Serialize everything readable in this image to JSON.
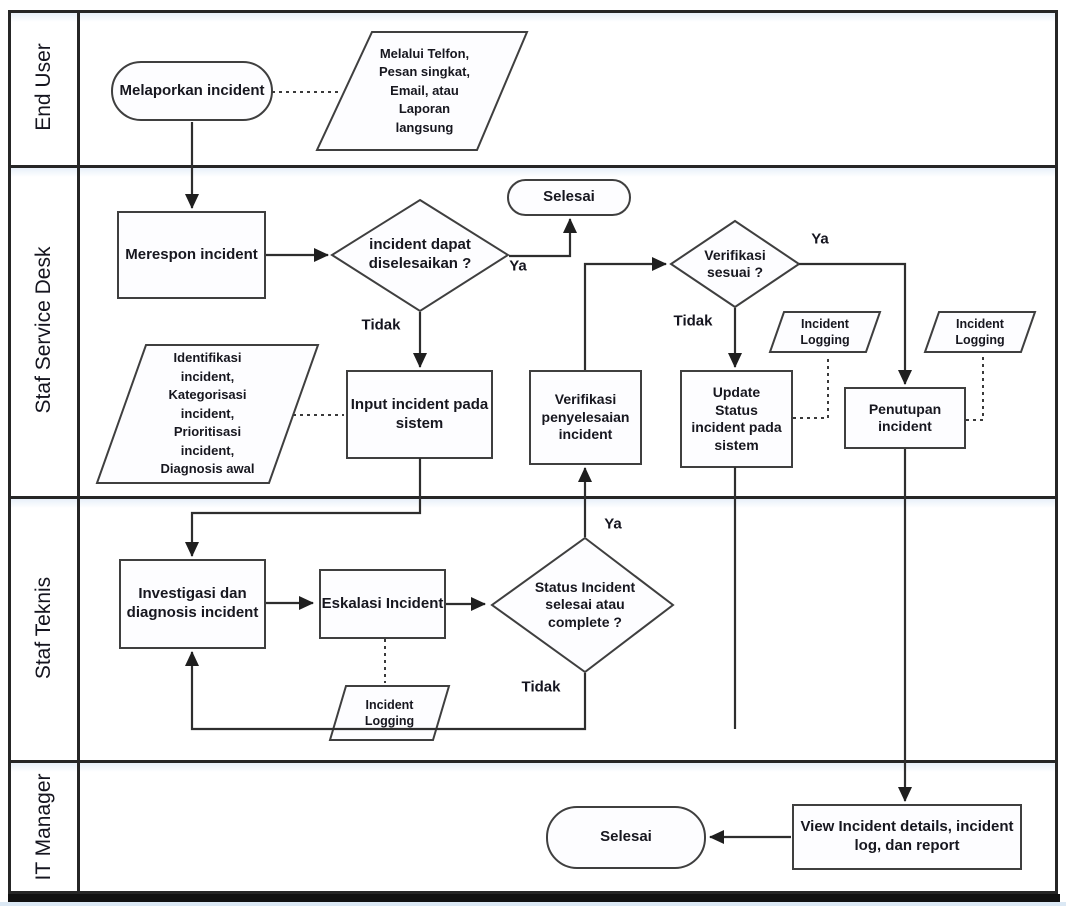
{
  "lanes": [
    {
      "label": "End User"
    },
    {
      "label": "Staf Service Desk"
    },
    {
      "label": "Staf Teknis"
    },
    {
      "label": "IT Manager"
    }
  ],
  "nodes": {
    "melaporkan_incident": {
      "label": "Melaporkan incident",
      "type": "start"
    },
    "melalui_telfon": {
      "label": "Melalui Telfon,\nPesan singkat,\nEmail, atau\nLaporan\nlangsung",
      "type": "data"
    },
    "merespon_incident": {
      "label": "Merespon incident",
      "type": "process"
    },
    "incident_dapat_diselesaikan": {
      "label": "incident dapat\ndiselesaikan ?",
      "type": "decision"
    },
    "selesai_service_desk": {
      "label": "Selesai",
      "type": "end"
    },
    "identifikasi_incident": {
      "label": "Identifikasi\nincident,\nKategorisasi\nincident,\nPrioritisasi\nincident,\nDiagnosis awal",
      "type": "data"
    },
    "input_incident": {
      "label": "Input incident pada\nsistem",
      "type": "process"
    },
    "verifikasi_penyelesaian": {
      "label": "Verifikasi\npenyelesaian\nincident",
      "type": "process"
    },
    "verifikasi_sesuai": {
      "label": "Verifikasi\nsesuai ?",
      "type": "decision"
    },
    "update_status": {
      "label": "Update\nStatus\nincident pada\nsistem",
      "type": "process"
    },
    "penutupan_incident": {
      "label": "Penutupan\nincident",
      "type": "process"
    },
    "incident_logging_update": {
      "label": "Incident\nLogging",
      "type": "data"
    },
    "incident_logging_penutupan": {
      "label": "Incident\nLogging",
      "type": "data"
    },
    "investigasi_diagnosis": {
      "label": "Investigasi dan\ndiagnosis incident",
      "type": "process"
    },
    "eskalasi_incident": {
      "label": "Eskalasi Incident",
      "type": "process"
    },
    "incident_logging_eskalasi": {
      "label": "Incident\nLogging",
      "type": "data"
    },
    "status_incident_selesai": {
      "label": "Status Incident\nselesai atau\ncomplete ?",
      "type": "decision"
    },
    "selesai_it_manager": {
      "label": "Selesai",
      "type": "end"
    },
    "view_incident": {
      "label": "View Incident details, incident\nlog, dan report",
      "type": "process"
    }
  },
  "edge_labels": {
    "ya_diselesaikan": "Ya",
    "tidak_diselesaikan": "Tidak",
    "ya_verifikasi": "Ya",
    "tidak_verifikasi": "Tidak",
    "ya_status": "Ya",
    "tidak_status": "Tidak"
  },
  "colors": {
    "connector": "#2e2e2e",
    "shape_border": "#3f3f3f",
    "shape_fill": "#fdfdff",
    "text": "#17171f",
    "lane_border": "#262626",
    "lane_tint": "#e8f0f9",
    "bottom_bar": "#111111",
    "bottom_strip": "#dbe8f4"
  }
}
